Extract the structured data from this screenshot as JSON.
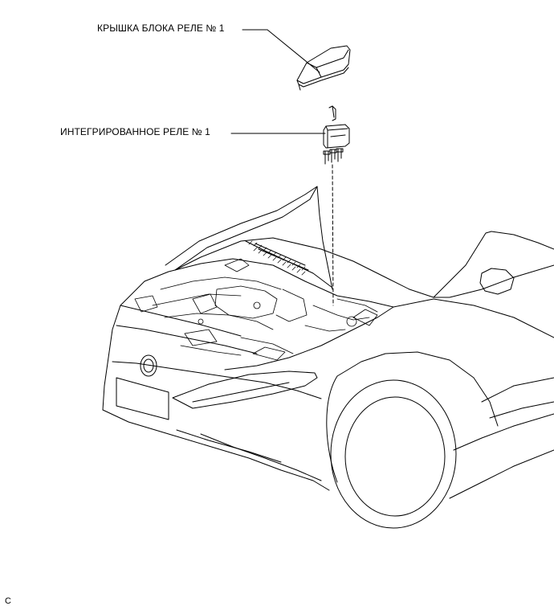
{
  "labels": {
    "cover": "КРЫШКА БЛОКА РЕЛЕ № 1",
    "relay": "ИНТЕГРИРОВАННОЕ РЕЛЕ № 1"
  },
  "corner_mark": "C",
  "colors": {
    "line": "#000000",
    "background": "#ffffff"
  }
}
